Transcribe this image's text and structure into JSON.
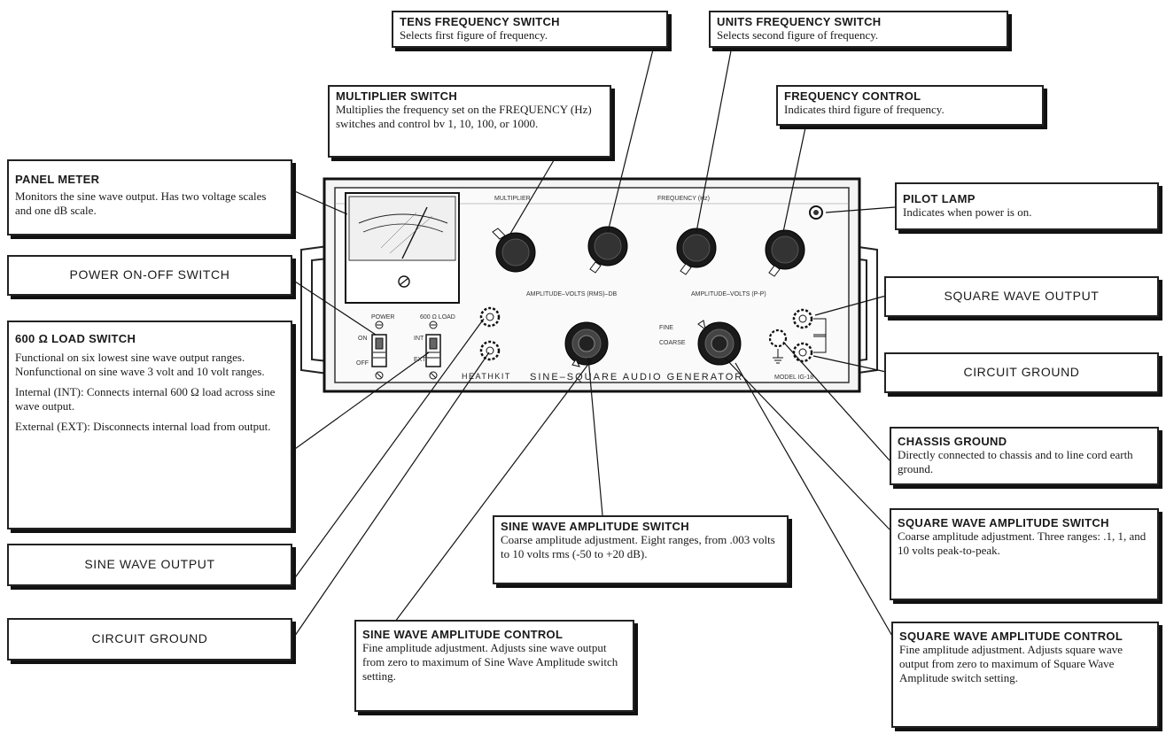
{
  "callouts": {
    "tens": {
      "title": "TENS FREQUENCY SWITCH",
      "desc": "Selects first figure of frequency."
    },
    "units": {
      "title": "UNITS FREQUENCY SWITCH",
      "desc": "Selects second figure of frequency."
    },
    "multiplier": {
      "title": "MULTIPLIER SWITCH",
      "desc": "Multiplies the frequency set on the FREQUENCY (Hz) switches and control bv 1, 10, 100, or 1000."
    },
    "frequency": {
      "title": "FREQUENCY CONTROL",
      "desc": "Indicates third figure of frequency."
    },
    "meter": {
      "title": "PANEL METER",
      "desc": "Monitors the sine wave output. Has two voltage scales and one dB scale."
    },
    "pilot": {
      "title": "PILOT LAMP",
      "desc": "Indicates when power is on."
    },
    "power": {
      "title": "POWER ON-OFF SWITCH"
    },
    "square_out": {
      "title": "SQUARE WAVE OUTPUT"
    },
    "load": {
      "title": "600 Ω LOAD SWITCH",
      "desc1": "Functional on six lowest sine wave output ranges. Nonfunctional on sine wave 3 volt and 10 volt ranges.",
      "desc2": "Internal (INT): Connects internal 600 Ω load across sine wave output.",
      "desc3": "External (EXT): Disconnects internal load from output."
    },
    "circuit_ground_right": {
      "title": "CIRCUIT GROUND"
    },
    "chassis": {
      "title": "CHASSIS GROUND",
      "desc": "Directly connected to chassis and to line cord earth ground."
    },
    "sine_switch": {
      "title": "SINE WAVE AMPLITUDE SWITCH",
      "desc": "Coarse amplitude adjustment. Eight ranges, from .003 volts to 10 volts rms (-50 to +20 dB)."
    },
    "sq_switch": {
      "title": "SQUARE WAVE AMPLITUDE SWITCH",
      "desc": "Coarse amplitude adjustment. Three ranges: .1, 1, and 10 volts peak-to-peak."
    },
    "sine_out": {
      "title": "SINE WAVE OUTPUT"
    },
    "circuit_ground_left": {
      "title": "CIRCUIT GROUND"
    },
    "sine_control": {
      "title": "SINE WAVE AMPLITUDE CONTROL",
      "desc": "Fine amplitude adjustment. Adjusts sine wave output from zero to maximum of Sine Wave Amplitude switch setting."
    },
    "sq_control": {
      "title": "SQUARE WAVE AMPLITUDE CONTROL",
      "desc": "Fine amplitude adjustment. Adjusts square wave output from zero to maximum of Square Wave Amplitude switch setting."
    }
  },
  "panel": {
    "multiplier_label": "MULTIPLIER",
    "frequency_label": "FREQUENCY (Hz)",
    "sine_amp_label": "AMPLITUDE–VOLTS (RMS)–DB",
    "sq_amp_label": "AMPLITUDE–VOLTS (P-P)",
    "power_label": "POWER",
    "on_label": "ON",
    "off_label": "OFF",
    "load_label": "600 Ω LOAD",
    "int_label": "INT",
    "ext_label": "EXT",
    "fine_label": "FINE",
    "coarse_label": "COARSE",
    "brand": "HEATHKIT",
    "product": "SINE–SQUARE AUDIO GENERATOR",
    "model": "MODEL IG-18"
  }
}
